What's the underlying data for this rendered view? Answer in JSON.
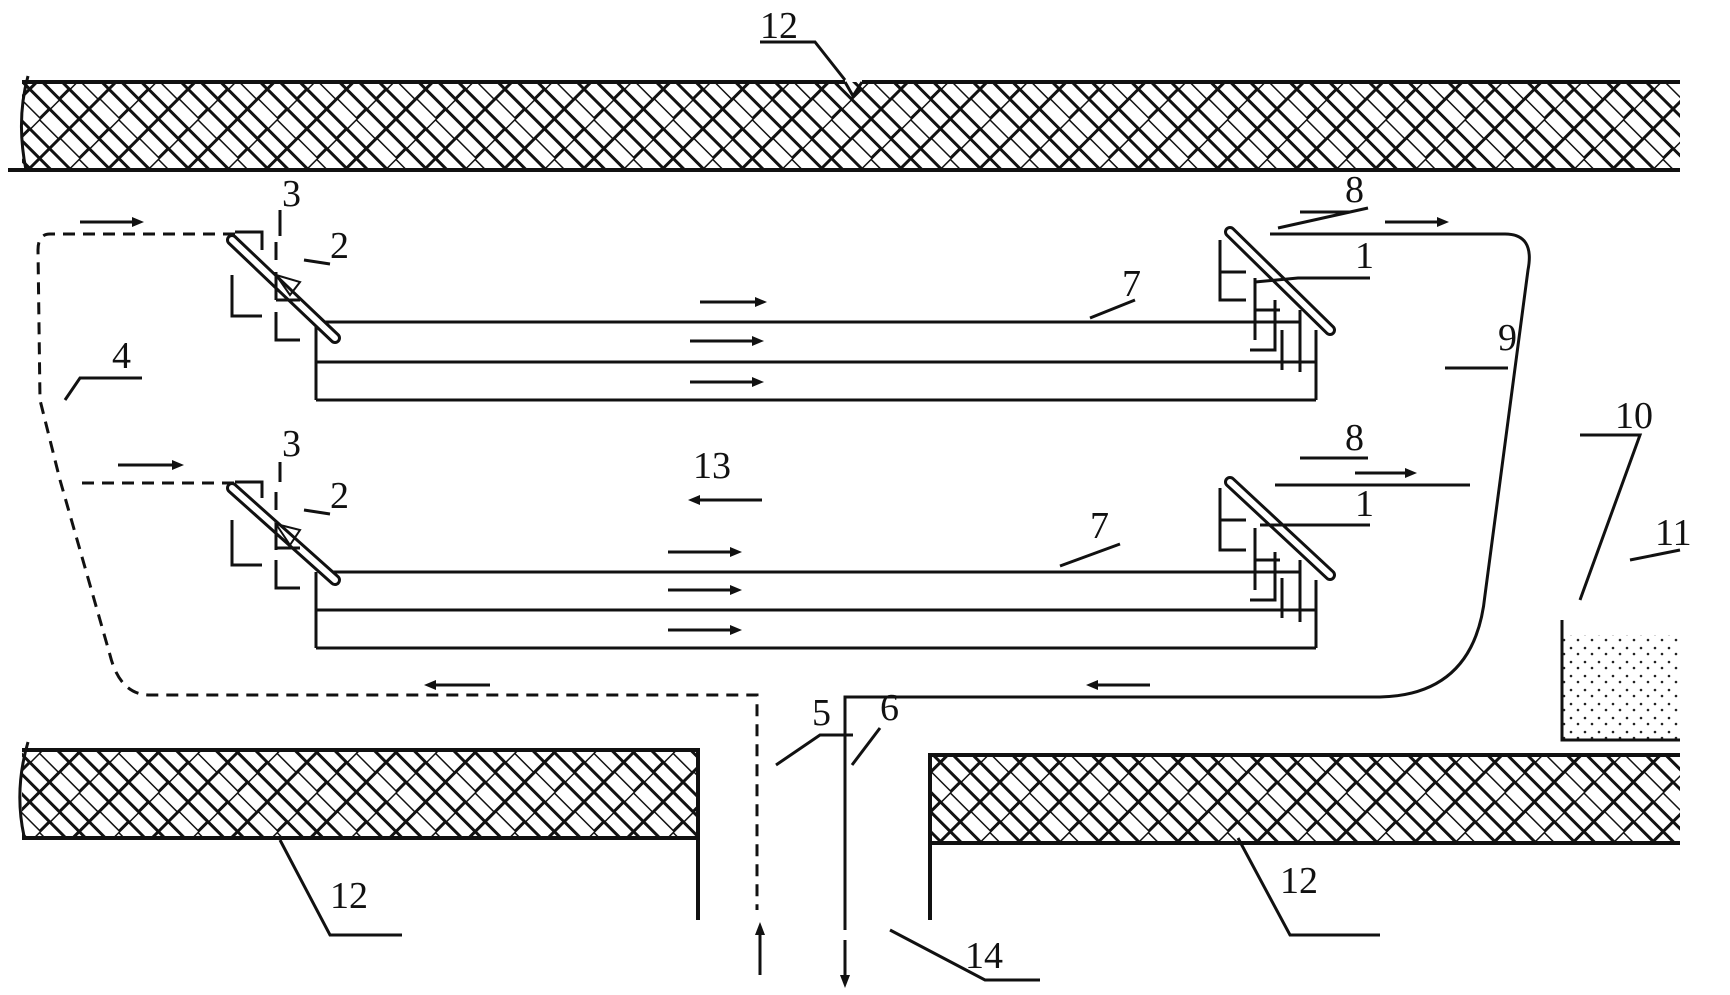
{
  "diagram": {
    "labels": {
      "l1": "1",
      "l2": "2",
      "l3": "3",
      "l4": "4",
      "l5": "5",
      "l6": "6",
      "l7": "7",
      "l8": "8",
      "l9": "9",
      "l10": "10",
      "l11": "11",
      "l12": "12",
      "l13": "13",
      "l14": "14"
    },
    "colors": {
      "ink": "#111111",
      "background": "#ffffff"
    }
  }
}
